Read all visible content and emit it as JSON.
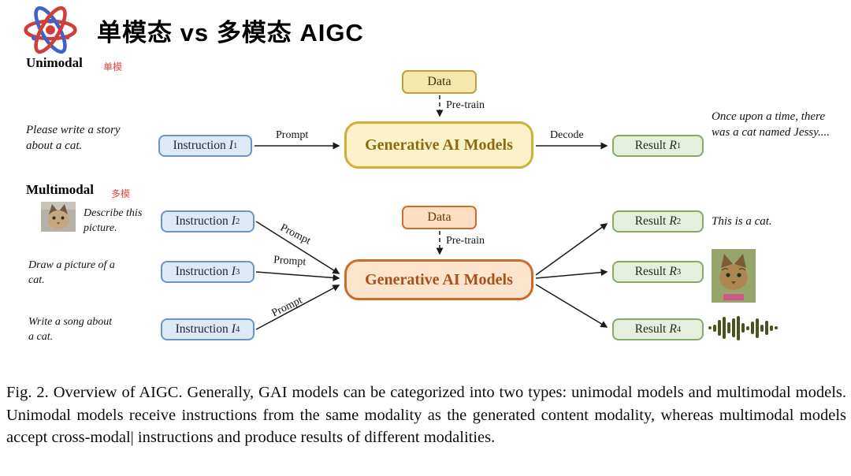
{
  "header": {
    "title": "单模态 vs 多模态 AIGC",
    "logo": "atom-icon"
  },
  "unimodal": {
    "section_label": "Unimodal",
    "section_annotation": "单模",
    "input_prompt": "Please write a story about a cat.",
    "data_box": "Data",
    "pretrain_label": "Pre-train",
    "instruction": {
      "name": "Instruction",
      "var": "I",
      "sub": "1"
    },
    "prompt_label": "Prompt",
    "model_box": "Generative AI Models",
    "decode_label": "Decode",
    "result": {
      "name": "Result",
      "var": "R",
      "sub": "1"
    },
    "output_text": "Once upon a time, there was a cat named Jessy...."
  },
  "multimodal": {
    "section_label": "Multimodal",
    "section_annotation": "多模",
    "data_box": "Data",
    "pretrain_label": "Pre-train",
    "model_box": "Generative AI Models",
    "inputs": [
      {
        "attachment": "cat-photo",
        "prompt_text": "Describe this picture.",
        "arrow_label": "Prompt",
        "instruction": {
          "name": "Instruction",
          "var": "I",
          "sub": "2"
        }
      },
      {
        "prompt_text": "Draw a picture of a cat.",
        "arrow_label": "Prompt",
        "instruction": {
          "name": "Instruction",
          "var": "I",
          "sub": "3"
        }
      },
      {
        "prompt_text": "Write a song about a cat.",
        "arrow_label": "Prompt",
        "instruction": {
          "name": "Instruction",
          "var": "I",
          "sub": "4"
        }
      }
    ],
    "outputs": [
      {
        "result": {
          "name": "Result",
          "var": "R",
          "sub": "2"
        },
        "output_text": "This is a cat."
      },
      {
        "result": {
          "name": "Result",
          "var": "R",
          "sub": "3"
        },
        "output": "generated-cat-image"
      },
      {
        "result": {
          "name": "Result",
          "var": "R",
          "sub": "4"
        },
        "output": "audio-waveform"
      }
    ]
  },
  "caption": "Fig. 2.  Overview of AIGC. Generally, GAI models can be categorized into two types: unimodal models and multimodal models. Unimodal models receive instructions from the same modality as the generated content modality, whereas multimodal models accept cross-modal| instructions and produce results of different modalities.",
  "colors": {
    "unimodal_theme": "#d3ad39",
    "multimodal_theme": "#ce6a2a",
    "instruction_blue": "#6b94c4",
    "result_green": "#87a969",
    "annotation_red": "#e8453c",
    "model_text_unimodal": "#8c6b10",
    "model_text_multimodal": "#a8501a"
  }
}
